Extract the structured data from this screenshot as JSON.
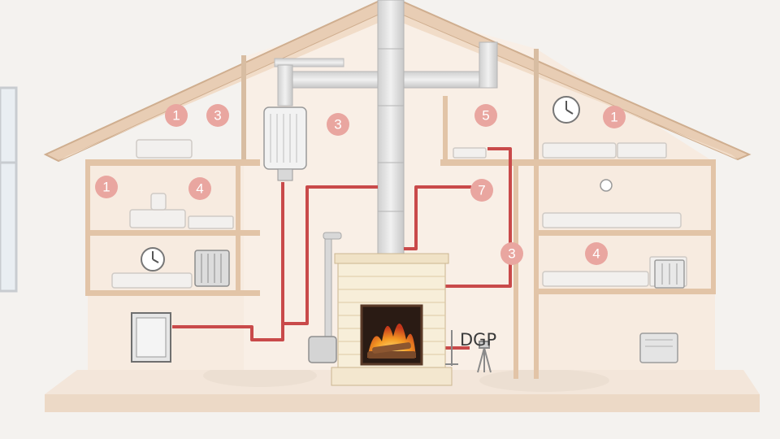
{
  "diagram": {
    "badges": [
      {
        "id": "attic-left-a",
        "label": "1"
      },
      {
        "id": "attic-left-b",
        "label": "3"
      },
      {
        "id": "attic-center",
        "label": "3"
      },
      {
        "id": "attic-right-a",
        "label": "5"
      },
      {
        "id": "attic-right-b",
        "label": "1"
      },
      {
        "id": "left-upper-a",
        "label": "1"
      },
      {
        "id": "left-upper-b",
        "label": "4"
      },
      {
        "id": "center-right",
        "label": "7"
      },
      {
        "id": "right-wall",
        "label": "3"
      },
      {
        "id": "right-lower",
        "label": "4"
      }
    ],
    "dgp_label": "DGP",
    "colors": {
      "pipe_red": "#c94a4a",
      "badge_fill": "#e9a6a0",
      "wood": "#e8cdb4",
      "wood_dark": "#cfae8f",
      "wall": "#f6e8db",
      "duct": "#d9d9d9",
      "brick": "#f3ead7",
      "fire": "#f08a1c"
    },
    "icons": [
      "clock-icon",
      "radiator-icon",
      "heater-icon",
      "fireplace-icon",
      "chimney-icon",
      "tripod-sensor-icon"
    ]
  }
}
